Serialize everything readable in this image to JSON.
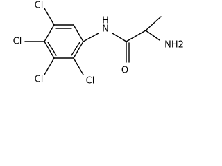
{
  "molecule": {
    "atoms": {
      "cl5": "Cl",
      "cl4": "Cl",
      "cl2": "Cl",
      "nh": "N",
      "h": "H",
      "o": "O",
      "nh2": "NH2"
    }
  },
  "colors": {
    "bond": "#000000",
    "label": "#000000",
    "background": "#ffffff"
  }
}
